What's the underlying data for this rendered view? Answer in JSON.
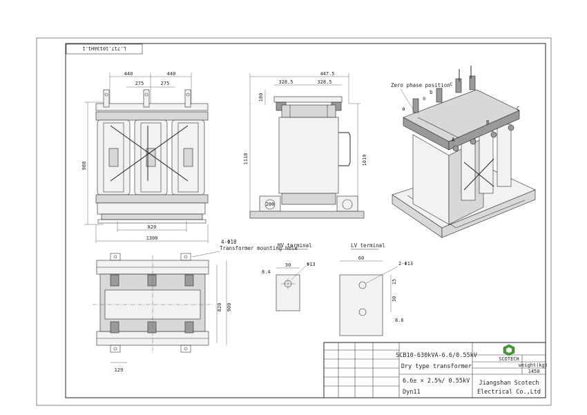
{
  "drawing": {
    "drawing_number": "L.717.1013AH1.1"
  },
  "front_view": {
    "dim_440_left": "440",
    "dim_440_right": "440",
    "dim_275_left": "275",
    "dim_275_right": "275",
    "dim_height": "988",
    "dim_820": "820",
    "dim_1300": "1300"
  },
  "side_view": {
    "dim_447": "447.5",
    "dim_328_left": "328.5",
    "dim_328_right": "328.5",
    "dim_180": "180",
    "dim_1118": "1118",
    "dim_1019": "1019",
    "wheel_label": "200"
  },
  "plan_view": {
    "hole_label": "4-Φ18",
    "hole_note": "Transformer mounting hole",
    "dim_820": "820",
    "dim_900": "900",
    "dim_129": "129"
  },
  "hv_terminal": {
    "title": "HV terminal",
    "dim_30": "30",
    "dim_hole": "Φ13",
    "dim_thick": "8.4"
  },
  "lv_terminal": {
    "title": "LV terminal",
    "dim_width": "60",
    "dim_holes": "2-Φ13",
    "dim_15": "15",
    "dim_30": "30",
    "dim_thick": "8.6"
  },
  "iso_view": {
    "zero_phase": "Zero phase position",
    "a": "a",
    "b": "b",
    "c": "c",
    "o": "o",
    "A": "A",
    "B": "B",
    "C": "C"
  },
  "title_block": {
    "model": "SCB10-630kVA-6.6/0.55kV",
    "product": "Dry type transformer",
    "voltage": "6.6± × 2.5%/ 0.55kV",
    "vector_group": "Dyn11",
    "logo_text": "SCOTECH",
    "weight_label": "weight(kg)",
    "weight_value": "1450",
    "company_line1": "Jiangshan Scotech",
    "company_line2": "Electrical Co.,Ltd"
  }
}
